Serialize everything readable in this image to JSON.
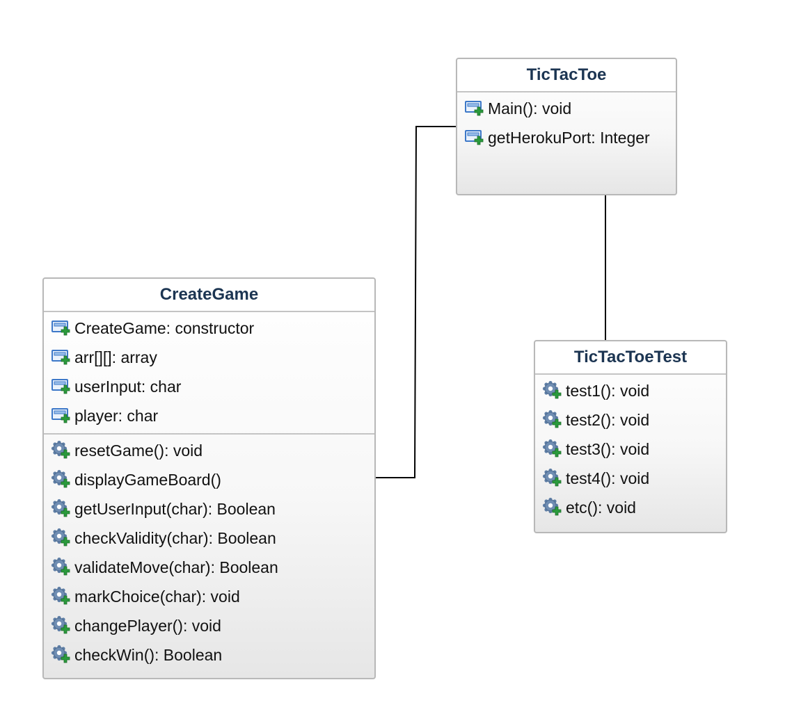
{
  "colors": {
    "title_text": "#1c3552",
    "border": "#b8b8b8",
    "connector": "#000000",
    "icon_blue": "#3d78c8",
    "icon_plus": "#2a9a3c"
  },
  "classes": {
    "tictactoe": {
      "name": "TicTacToe",
      "attributes": [
        {
          "icon": "field-icon",
          "text": "Main(): void"
        },
        {
          "icon": "field-icon",
          "text": "getHerokuPort: Integer"
        }
      ]
    },
    "creategame": {
      "name": "CreateGame",
      "attributes": [
        {
          "icon": "field-icon",
          "text": "CreateGame: constructor"
        },
        {
          "icon": "field-icon",
          "text": "arr[][]: array"
        },
        {
          "icon": "field-icon",
          "text": "userInput: char"
        },
        {
          "icon": "field-icon",
          "text": "player: char"
        }
      ],
      "operations": [
        {
          "icon": "method-gear-icon",
          "text": "resetGame(): void"
        },
        {
          "icon": "method-gear-icon",
          "text": "displayGameBoard()"
        },
        {
          "icon": "method-gear-icon",
          "text": "getUserInput(char): Boolean"
        },
        {
          "icon": "method-gear-icon",
          "text": "checkValidity(char): Boolean"
        },
        {
          "icon": "method-gear-icon",
          "text": "validateMove(char): Boolean"
        },
        {
          "icon": "method-gear-icon",
          "text": "markChoice(char): void"
        },
        {
          "icon": "method-gear-icon",
          "text": "changePlayer(): void"
        },
        {
          "icon": "method-gear-icon",
          "text": "checkWin(): Boolean"
        }
      ]
    },
    "tictactoetest": {
      "name": "TicTacToeTest",
      "operations": [
        {
          "icon": "method-gear-icon",
          "text": "test1(): void"
        },
        {
          "icon": "method-gear-icon",
          "text": "test2(): void"
        },
        {
          "icon": "method-gear-icon",
          "text": "test3(): void"
        },
        {
          "icon": "method-gear-icon",
          "text": "test4(): void"
        },
        {
          "icon": "method-gear-icon",
          "text": "etc(): void"
        }
      ]
    }
  }
}
